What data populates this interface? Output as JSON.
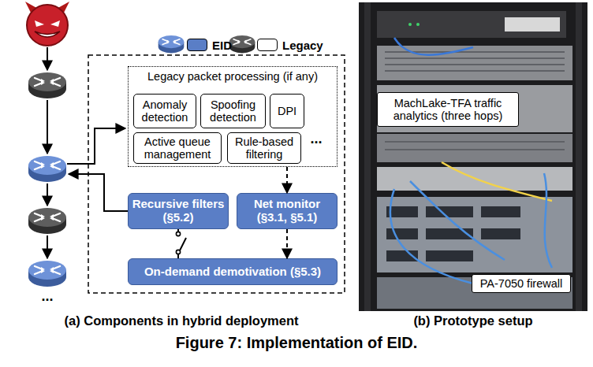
{
  "diagram": {
    "caption": "Figure 7: Implementation of EID.",
    "nodes": [
      {
        "text": [
          "Legacy packet processing (if any)"
        ]
      },
      {
        "text": [
          "Anomaly detection"
        ],
        "in": 0
      },
      {
        "text": [
          "Spoofing detection"
        ],
        "in": 0
      },
      {
        "text": [
          "DPI"
        ],
        "in": 0
      },
      {
        "text": [
          "Active queue management"
        ],
        "in": 0
      },
      {
        "text": [
          "Rule-based filtering"
        ],
        "in": 0
      },
      {
        "text": [
          "Recursive filters (§5.2)"
        ]
      },
      {
        "text": [
          "Net monitor (§3.1, §5.1)"
        ]
      },
      {
        "text": [
          "On-demand demotivation (§5.3)"
        ]
      },
      {
        "text": [
          "MachLake-TFA traffic analytics (three hops)"
        ]
      },
      {
        "text": [
          "PA-7050 firewall"
        ]
      }
    ],
    "edges": [
      {
        "from": 0,
        "to": 7,
        "arrow": "to"
      },
      {
        "from": 7,
        "to": 8,
        "arrow": "to"
      },
      {
        "from": 6,
        "to": 8,
        "arrow": "none"
      }
    ],
    "labels": [
      "...",
      "...",
      "(a) Components in hybrid deployment",
      "(b) Prototype setup"
    ],
    "legend": [
      {
        "text": "EID",
        "color": "#5a7ec6"
      },
      {
        "text": "Legacy",
        "color": "#ffffff"
      }
    ]
  }
}
